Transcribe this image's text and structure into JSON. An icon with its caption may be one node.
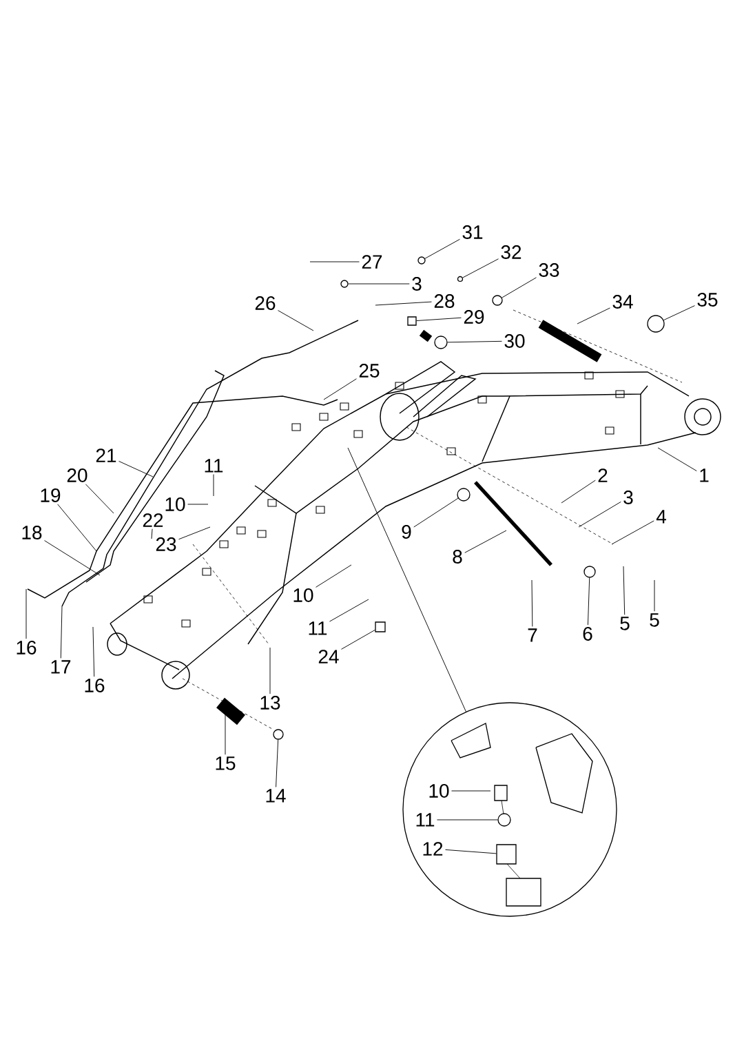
{
  "diagram": {
    "nodes": [
      {
        "text": [
          "31"
        ]
      },
      {
        "text": [
          "32"
        ]
      },
      {
        "text": [
          "27"
        ]
      },
      {
        "text": [
          "33"
        ]
      },
      {
        "text": [
          "3"
        ]
      },
      {
        "text": [
          "28"
        ]
      },
      {
        "text": [
          "34"
        ]
      },
      {
        "text": [
          "35"
        ]
      },
      {
        "text": [
          "26"
        ]
      },
      {
        "text": [
          "29"
        ]
      },
      {
        "text": [
          "30"
        ]
      },
      {
        "text": [
          "25"
        ]
      },
      {
        "text": [
          "21"
        ]
      },
      {
        "text": [
          "1"
        ]
      },
      {
        "text": [
          "2"
        ]
      },
      {
        "text": [
          "20"
        ]
      },
      {
        "text": [
          "19"
        ]
      },
      {
        "text": [
          "3"
        ]
      },
      {
        "text": [
          "11"
        ]
      },
      {
        "text": [
          "10"
        ]
      },
      {
        "text": [
          "4"
        ]
      },
      {
        "text": [
          "22"
        ]
      },
      {
        "text": [
          "9"
        ]
      },
      {
        "text": [
          "18"
        ]
      },
      {
        "text": [
          "23"
        ]
      },
      {
        "text": [
          "8"
        ]
      },
      {
        "text": [
          "10"
        ]
      },
      {
        "text": [
          "5"
        ]
      },
      {
        "text": [
          "5"
        ]
      },
      {
        "text": [
          "11"
        ]
      },
      {
        "text": [
          "6"
        ]
      },
      {
        "text": [
          "7"
        ]
      },
      {
        "text": [
          "16"
        ]
      },
      {
        "text": [
          "24"
        ]
      },
      {
        "text": [
          "17"
        ]
      },
      {
        "text": [
          "16"
        ]
      },
      {
        "text": [
          "13"
        ]
      },
      {
        "text": [
          "15"
        ]
      },
      {
        "text": [
          "14"
        ]
      },
      {
        "text": [],
        "shape": "circle"
      },
      {
        "text": [
          "10"
        ],
        "in": 39
      },
      {
        "text": [
          "11"
        ],
        "in": 39
      },
      {
        "text": [
          "12"
        ],
        "in": 39
      },
      {
        "text": [],
        "shape": "circle"
      },
      {
        "text": [],
        "shape": "circle"
      },
      {
        "text": [],
        "shape": "circle"
      },
      {
        "text": [],
        "shape": "circle"
      },
      {
        "text": [],
        "shape": "circle"
      },
      {
        "text": [],
        "shape": "box"
      },
      {
        "text": [],
        "shape": "circle"
      },
      {
        "text": [],
        "shape": "circle"
      },
      {
        "text": [],
        "shape": "circle"
      },
      {
        "text": [],
        "shape": "box"
      },
      {
        "text": [],
        "shape": "circle"
      },
      {
        "text": [],
        "shape": "circle",
        "in": 39
      },
      {
        "text": [],
        "shape": "box",
        "in": 39
      }
    ],
    "edges": [
      {
        "from": 0,
        "to": 43,
        "arrow": "none"
      },
      {
        "from": 1,
        "to": 44,
        "arrow": "none"
      },
      {
        "from": 2,
        "to": null,
        "arrow": "none"
      },
      {
        "from": 3,
        "to": 45,
        "arrow": "none"
      },
      {
        "from": 4,
        "to": 46,
        "arrow": "none"
      },
      {
        "from": 5,
        "to": null,
        "arrow": "none"
      },
      {
        "from": 6,
        "to": null,
        "arrow": "none"
      },
      {
        "from": 7,
        "to": 47,
        "arrow": "none"
      },
      {
        "from": 8,
        "to": null,
        "arrow": "none"
      },
      {
        "from": 9,
        "to": 48,
        "arrow": "none"
      },
      {
        "from": 10,
        "to": 49,
        "arrow": "none"
      },
      {
        "from": 11,
        "to": null,
        "arrow": "none"
      },
      {
        "from": 12,
        "to": null,
        "arrow": "none"
      },
      {
        "from": 13,
        "to": null,
        "arrow": "none"
      },
      {
        "from": 14,
        "to": null,
        "arrow": "none"
      },
      {
        "from": 15,
        "to": null,
        "arrow": "none"
      },
      {
        "from": 16,
        "to": null,
        "arrow": "none"
      },
      {
        "from": 17,
        "to": null,
        "arrow": "none"
      },
      {
        "from": 18,
        "to": null,
        "arrow": "none"
      },
      {
        "from": 19,
        "to": null,
        "arrow": "none"
      },
      {
        "from": 20,
        "to": null,
        "arrow": "none"
      },
      {
        "from": 21,
        "to": null,
        "arrow": "none"
      },
      {
        "from": 22,
        "to": 50,
        "arrow": "none"
      },
      {
        "from": 23,
        "to": null,
        "arrow": "none"
      },
      {
        "from": 24,
        "to": null,
        "arrow": "none"
      },
      {
        "from": 25,
        "to": null,
        "arrow": "none"
      },
      {
        "from": 26,
        "to": null,
        "arrow": "none"
      },
      {
        "from": 27,
        "to": null,
        "arrow": "none"
      },
      {
        "from": 28,
        "to": null,
        "arrow": "none"
      },
      {
        "from": 29,
        "to": null,
        "arrow": "none"
      },
      {
        "from": 30,
        "to": 51,
        "arrow": "none"
      },
      {
        "from": 31,
        "to": null,
        "arrow": "none"
      },
      {
        "from": 32,
        "to": null,
        "arrow": "none"
      },
      {
        "from": 33,
        "to": 52,
        "arrow": "none"
      },
      {
        "from": 34,
        "to": null,
        "arrow": "none"
      },
      {
        "from": 35,
        "to": null,
        "arrow": "none"
      },
      {
        "from": 36,
        "to": null,
        "arrow": "none"
      },
      {
        "from": 37,
        "to": null,
        "arrow": "none"
      },
      {
        "from": 38,
        "to": 53,
        "arrow": "none"
      },
      {
        "from": 39,
        "to": null,
        "arrow": "none"
      },
      {
        "from": 40,
        "to": null,
        "arrow": "none"
      },
      {
        "from": 41,
        "to": 54,
        "arrow": "none"
      },
      {
        "from": 42,
        "to": 55,
        "arrow": "none"
      }
    ]
  }
}
